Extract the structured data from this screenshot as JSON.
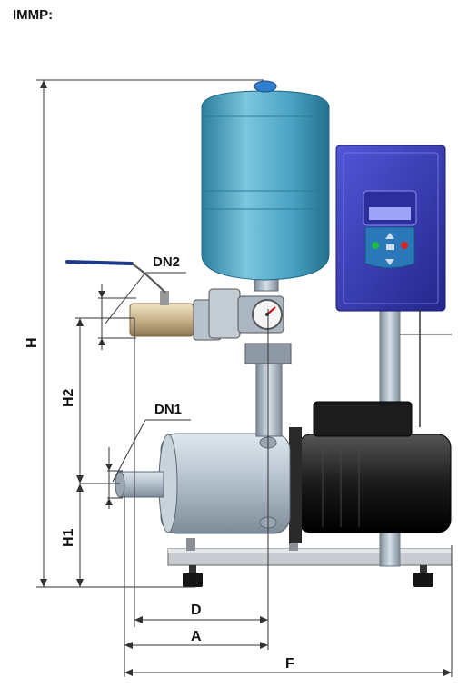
{
  "title": "IMMP:",
  "labels": {
    "dn2": "DN2",
    "dn1": "DN1",
    "h": "H",
    "h2": "H2",
    "h1": "H1",
    "d": "D",
    "a": "A",
    "f": "F"
  },
  "colors": {
    "tank": "#4aa3c4",
    "tank_dark": "#2b7c9c",
    "controller": "#3b3fb5",
    "pump_body": "#b9c6d2",
    "motor": "#222222",
    "brass": "#c9b28a",
    "base_frame": "#c8ccd0",
    "dimension_line": "#333333"
  },
  "icons": [
    "gauge-icon",
    "valve-handle-icon",
    "status-led-green-icon",
    "status-led-red-icon"
  ]
}
